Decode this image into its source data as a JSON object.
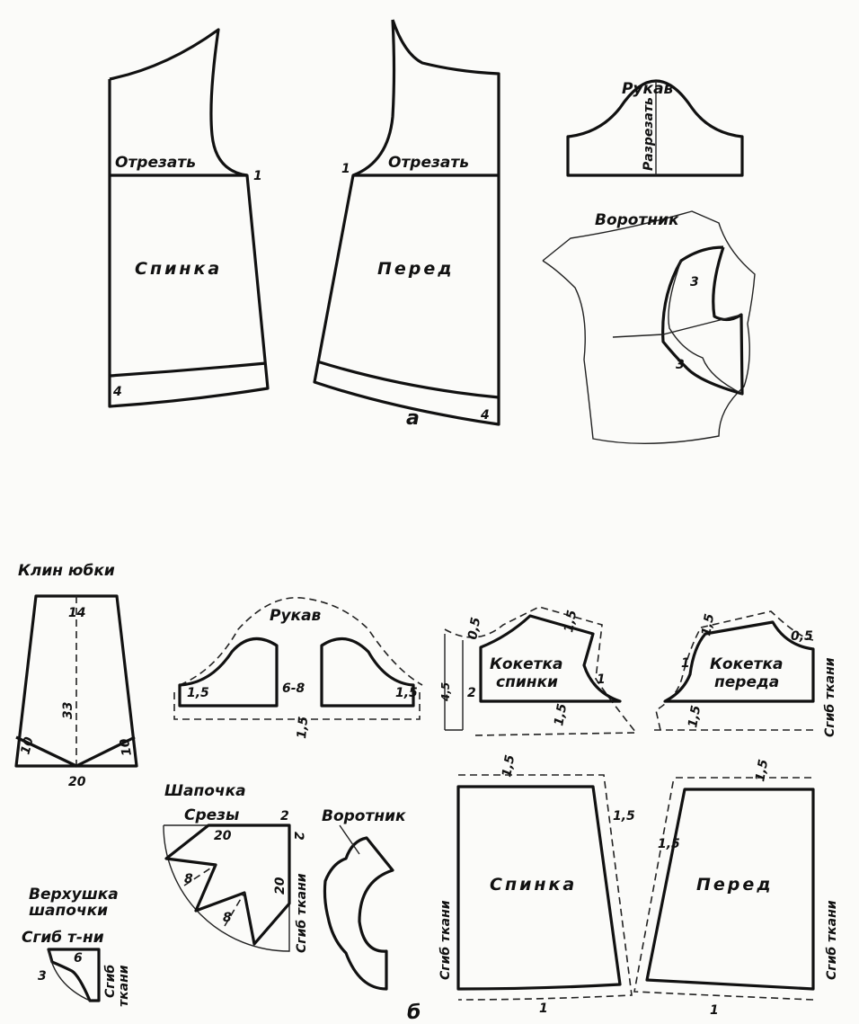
{
  "part_a": {
    "marker": "а",
    "back": {
      "name": "Спинка",
      "cut": "Отрезать",
      "point": "1",
      "hem": "4"
    },
    "front": {
      "name": "Перед",
      "cut": "Отрезать",
      "point": "1",
      "hem": "4"
    },
    "sleeve": {
      "name": "Рукав",
      "slit": "Разрезать"
    },
    "collar": {
      "name": "Воротник",
      "m1": "3",
      "m2": "3"
    }
  },
  "part_b": {
    "marker": "б",
    "skirt_gore": {
      "name": "Клин юбки",
      "top": "14",
      "mid": "33",
      "left": "10",
      "right": "10",
      "bottom": "20"
    },
    "sleeve": {
      "name": "Рукав",
      "gap": "6-8",
      "left": "1,5",
      "right": "1,5",
      "bottom": "1,5"
    },
    "back_yoke": {
      "name1": "Кокетка",
      "name2": "спинки",
      "a": "0,5",
      "b": "1,5",
      "c": "1",
      "d": "4,5",
      "e": "2",
      "f": "1,5"
    },
    "front_yoke": {
      "name1": "Кокетка",
      "name2": "переда",
      "a": "1,5",
      "b": "0,5",
      "c": "1",
      "d": "1,5",
      "fold": "Сгиб ткани"
    },
    "cap": {
      "name": "Шапочка",
      "edges": "Срезы",
      "top": "20",
      "c1": "2",
      "c2": "2",
      "side": "20",
      "t1": "8",
      "t2": "8",
      "fold": "Сгиб ткани"
    },
    "collar": {
      "name": "Воротник"
    },
    "cap_top": {
      "name1": "Верхушка",
      "name2": "шапочки",
      "fold1": "Сгиб т-ни",
      "n6": "6",
      "n3": "3",
      "fold2a": "Сгиб",
      "fold2b": "ткани"
    },
    "back": {
      "name": "Спинка",
      "fold": "Сгиб ткани",
      "top": "1,5",
      "side": "1,5",
      "bottom": "1"
    },
    "front": {
      "name": "Перед",
      "fold": "Сгиб ткани",
      "top": "1,5",
      "side": "1,5",
      "bottom": "1"
    }
  }
}
